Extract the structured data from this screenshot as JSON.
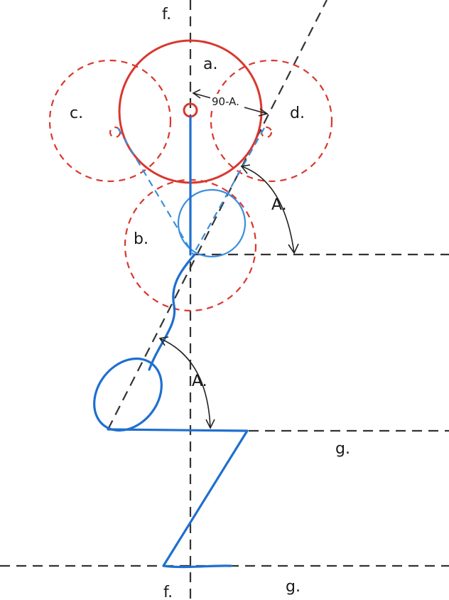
{
  "labels": {
    "f_top": "f.",
    "f_bottom": "f.",
    "a": "a.",
    "b": "b.",
    "c": "c.",
    "d": "d.",
    "ninety_minus_a": "90-A.",
    "angle_upper": "A.",
    "angle_lower": "A.",
    "g_upper": "g.",
    "g_lower": "g."
  },
  "colors": {
    "red": "#d9382e",
    "blue": "#1f6fcf",
    "light_blue": "#3b8fdc",
    "black": "#333333"
  }
}
